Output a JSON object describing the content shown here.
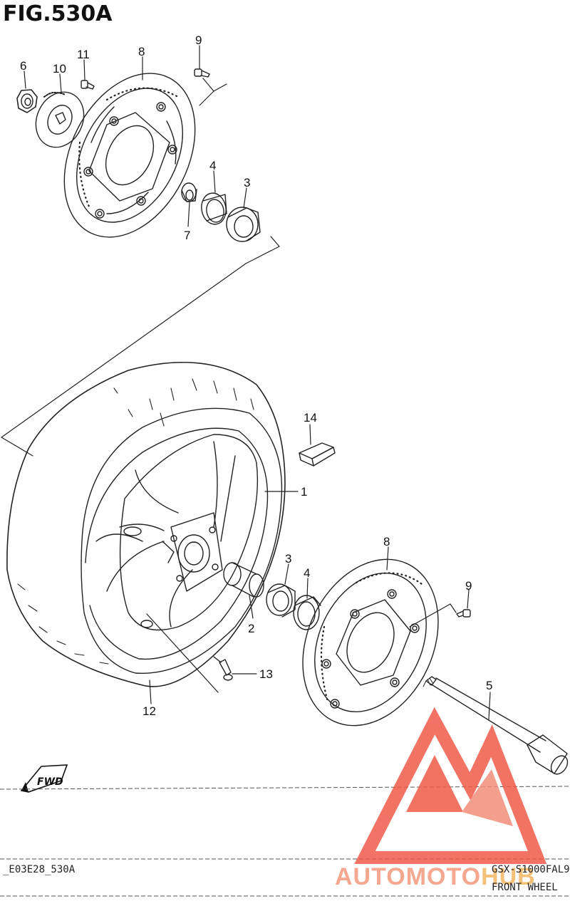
{
  "figure": {
    "title": "FIG.530A",
    "code_left": "_E03E28_530A",
    "code_right": "GSX-S1000FAL9",
    "subtitle": "FRONT WHEEL",
    "direction_badge": "FWD"
  },
  "callouts": [
    {
      "id": "c6",
      "label": "6"
    },
    {
      "id": "c10",
      "label": "10"
    },
    {
      "id": "c11",
      "label": "11"
    },
    {
      "id": "c8a",
      "label": "8"
    },
    {
      "id": "c9a",
      "label": "9"
    },
    {
      "id": "c4a",
      "label": "4"
    },
    {
      "id": "c3a",
      "label": "3"
    },
    {
      "id": "c7",
      "label": "7"
    },
    {
      "id": "c14",
      "label": "14"
    },
    {
      "id": "c1",
      "label": "1"
    },
    {
      "id": "c8b",
      "label": "8"
    },
    {
      "id": "c3b",
      "label": "3"
    },
    {
      "id": "c4b",
      "label": "4"
    },
    {
      "id": "c9b",
      "label": "9"
    },
    {
      "id": "c2",
      "label": "2"
    },
    {
      "id": "c13",
      "label": "13"
    },
    {
      "id": "c5",
      "label": "5"
    },
    {
      "id": "c12",
      "label": "12"
    }
  ],
  "watermark": {
    "brand_part1": "AUTOMOTO",
    "brand_part2": "HUB",
    "color_primary": "#f05a4a",
    "color_secondary": "#f3b65a"
  }
}
